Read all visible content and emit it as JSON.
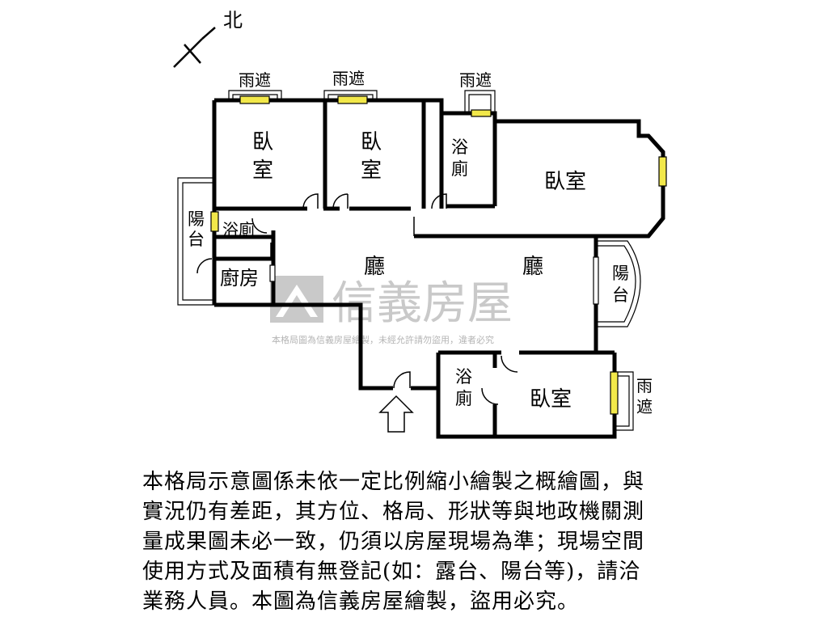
{
  "compass": {
    "north_label": "北"
  },
  "rooms": {
    "bedroom_1": [
      "臥",
      "室"
    ],
    "bedroom_2": [
      "臥",
      "室"
    ],
    "bath_top": [
      "浴",
      "廁"
    ],
    "bedroom_master": "臥室",
    "balcony_left": [
      "陽",
      "台"
    ],
    "bath_small": "浴廁",
    "kitchen": "廚房",
    "living_1": "廳",
    "living_2": "廳",
    "balcony_right": [
      "陽",
      "台"
    ],
    "bath_bottom": [
      "浴",
      "廁"
    ],
    "bedroom_bottom": "臥室"
  },
  "awnings": {
    "awning_1": "雨遮",
    "awning_2": "雨遮",
    "awning_3": "雨遮",
    "awning_right": [
      "雨",
      "遮"
    ]
  },
  "watermark": {
    "brand": "信義房屋",
    "notice": "本格局圖為信義房屋繪製，未經允許請勿盜用，違者必究"
  },
  "disclaimer": [
    "本格局示意圖係未依一定比例縮小繪製之概繪圖，與",
    "實況仍有差距，其方位、格局、形狀等與地政機關測",
    "量成果圖未必一致，仍須以房屋現場為準；現場空間",
    "使用方式及面積有無登記(如：露台、陽台等)，請洽",
    "業務人員。本圖為信義房屋繪製，盜用必究。"
  ],
  "colors": {
    "window": "#f2e84a",
    "wall": "#000000",
    "watermark": "#c9c9c9"
  }
}
